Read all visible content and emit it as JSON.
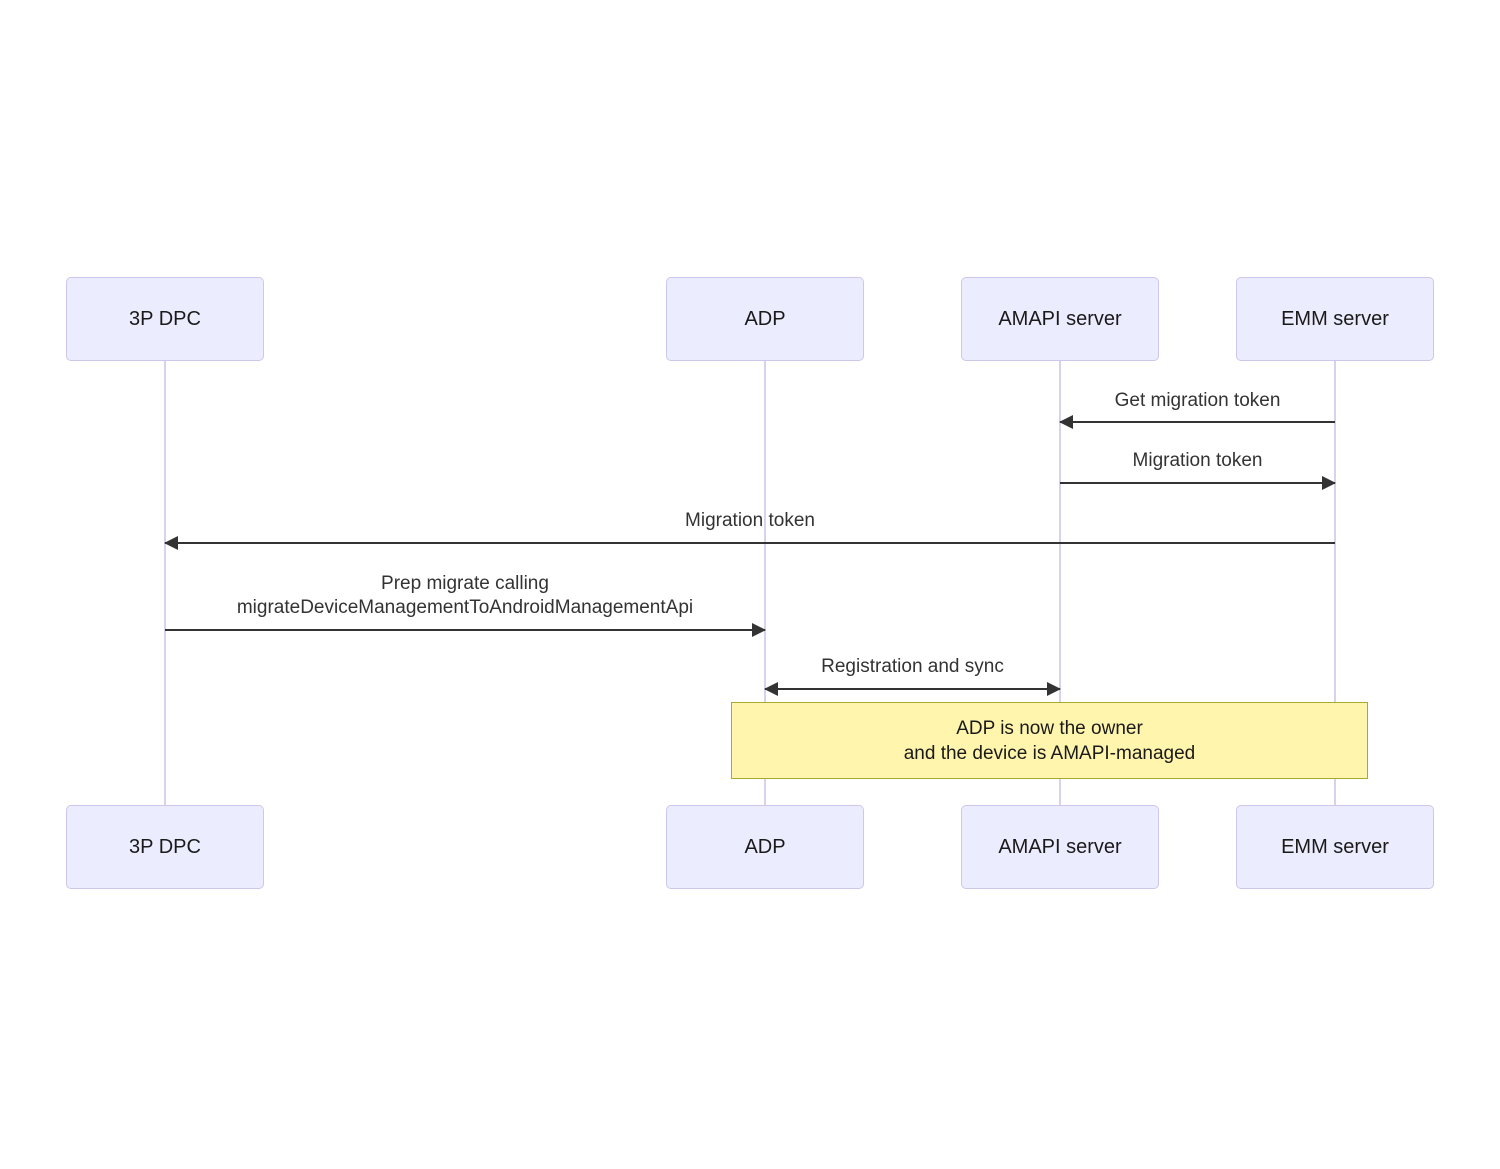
{
  "diagram": {
    "type": "sequence",
    "background": "#ffffff"
  },
  "actors": [
    {
      "id": "3p-dpc",
      "label": "3P DPC"
    },
    {
      "id": "adp",
      "label": "ADP"
    },
    {
      "id": "amapi-server",
      "label": "AMAPI server"
    },
    {
      "id": "emm-server",
      "label": "EMM server"
    }
  ],
  "messages": [
    {
      "from": "EMM server",
      "to": "AMAPI server",
      "direction": "left",
      "label": "Get migration token"
    },
    {
      "from": "AMAPI server",
      "to": "EMM server",
      "direction": "right",
      "label": "Migration token"
    },
    {
      "from": "EMM server",
      "to": "3P DPC",
      "direction": "left",
      "label": "Migration token"
    },
    {
      "from": "3P DPC",
      "to": "ADP",
      "direction": "right",
      "label": "Prep migrate calling\nmigrateDeviceManagementToAndroidManagementApi"
    },
    {
      "from": "ADP",
      "to": "AMAPI server",
      "direction": "both",
      "label": "Registration and sync"
    }
  ],
  "note": {
    "text": "ADP is now the owner\nand the device is AMAPI-managed"
  },
  "colors": {
    "actor_fill": "#ECECFF",
    "actor_border": "#CFC6EC",
    "lifeline": "#D8D2EE",
    "message_line": "#333333",
    "message_text": "#333333",
    "note_fill": "#FFF5AD",
    "note_border": "#AAAA33"
  }
}
